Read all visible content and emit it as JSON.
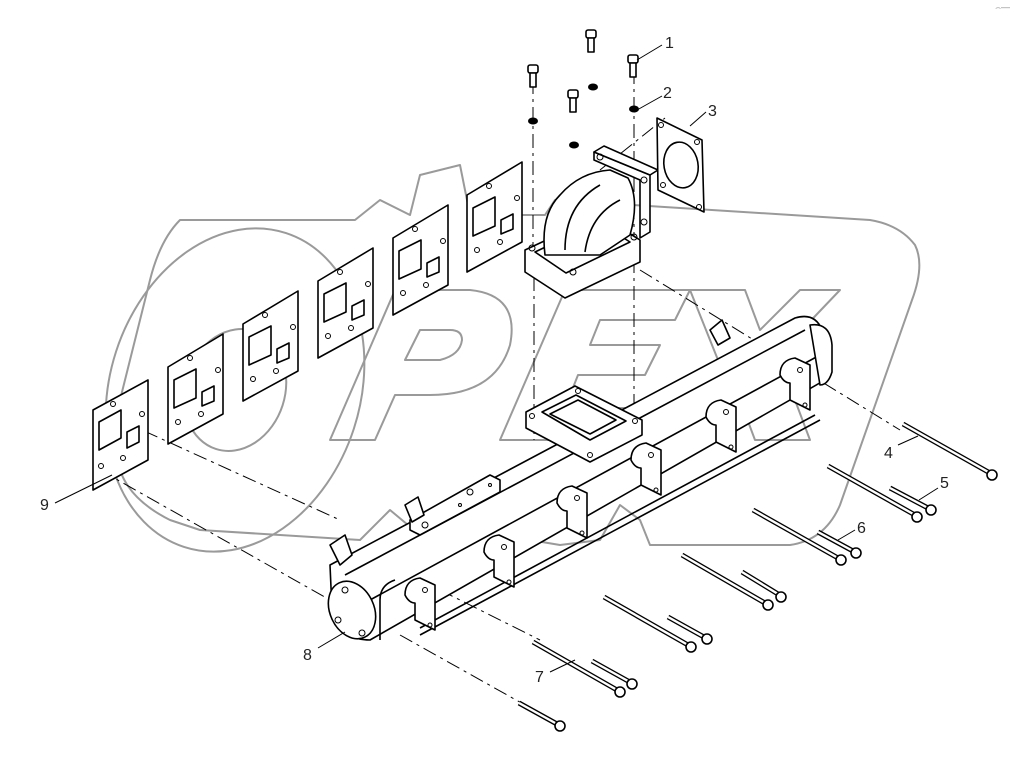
{
  "diagram": {
    "type": "exploded-parts-view",
    "subject": "Exhaust manifold assembly",
    "watermark": "OPEX",
    "corner_mark": "⌢—",
    "colors": {
      "lines": "#000000",
      "watermark": "#9a9a9a",
      "background": "#ffffff"
    }
  },
  "callouts": [
    {
      "number": "1",
      "label": "1",
      "part": "screw (elbow flange)"
    },
    {
      "number": "2",
      "label": "2",
      "part": "washer"
    },
    {
      "number": "3",
      "label": "3",
      "part": "gasket (turbo flange)"
    },
    {
      "number": "4",
      "label": "4",
      "part": "long bolt"
    },
    {
      "number": "5",
      "label": "5",
      "part": "short bolt"
    },
    {
      "number": "6",
      "label": "6",
      "part": "short bolt"
    },
    {
      "number": "7",
      "label": "7",
      "part": "long bolt"
    },
    {
      "number": "8",
      "label": "8",
      "part": "end cover"
    },
    {
      "number": "9",
      "label": "9",
      "part": "manifold gasket (x6)"
    }
  ]
}
